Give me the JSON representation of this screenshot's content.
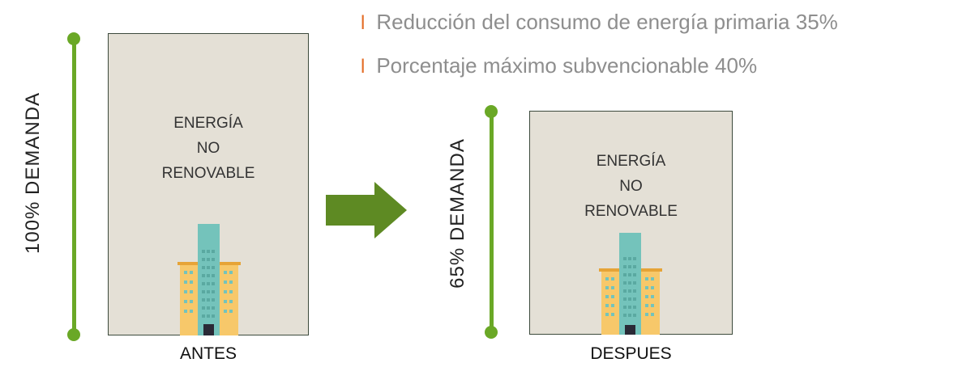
{
  "bullets": [
    "Reducción del consumo de energía primaria 35%",
    "Porcentaje máximo subvencionable 40%"
  ],
  "bullet_mark": "l",
  "before": {
    "demand_label": "100%  DEMANDA",
    "box_lines": [
      "ENERGÍA",
      "NO",
      "RENOVABLE"
    ],
    "caption": "ANTES"
  },
  "after": {
    "demand_label": "65%  DEMANDA",
    "box_lines": [
      "ENERGÍA",
      "NO",
      "RENOVABLE"
    ],
    "caption": "DESPUES"
  },
  "colors": {
    "green": "#6aa826",
    "arrow": "#5e8a23",
    "box_fill": "#e4e0d6",
    "bullet_mark": "#e46c25",
    "bullet_text": "#8e8e8e"
  }
}
